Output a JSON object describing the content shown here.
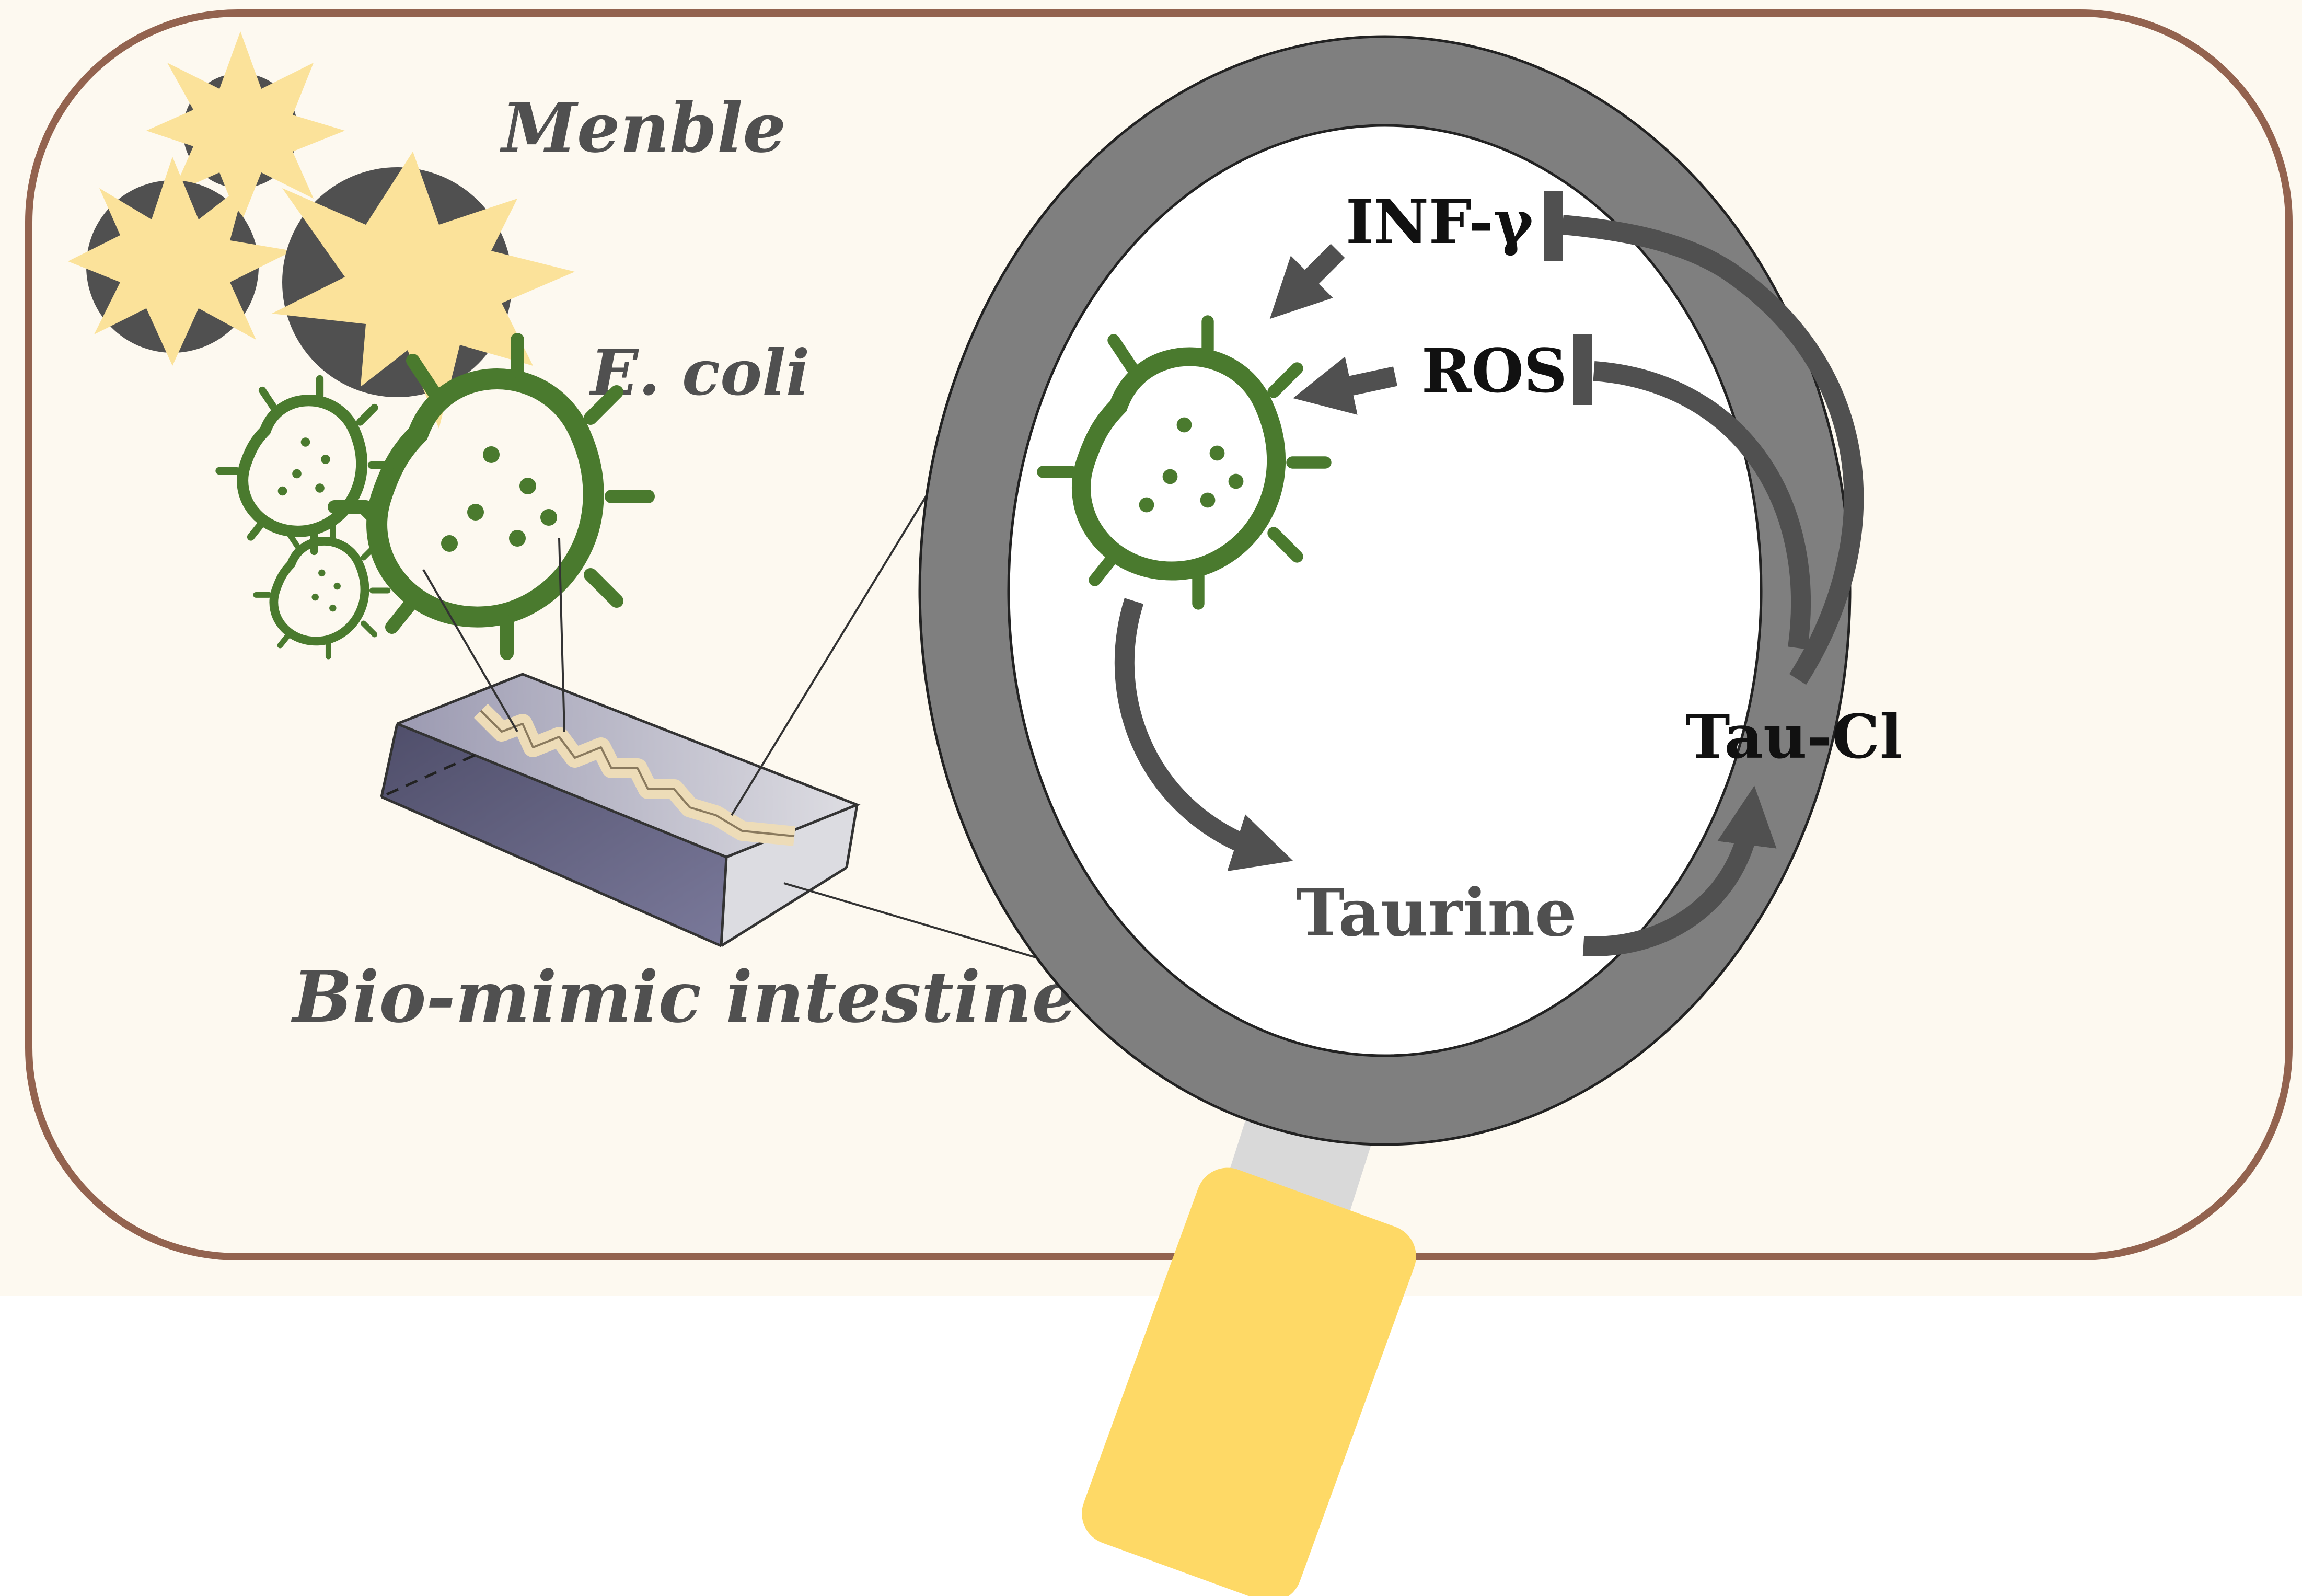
{
  "labels": {
    "menble": "Menble",
    "ecoli": "E. coli",
    "intestine": "Bio-mimic intestine",
    "inf": "INF-γ",
    "ros": "ROS",
    "tau_cl": "Tau-Cl",
    "taurine": "Taurine"
  },
  "colors": {
    "background_panel": "#fdf9f0",
    "panel_border": "#93634f",
    "bacteria_green": "#4a7a2e",
    "menble_yellow": "#fbe29a",
    "menble_dark": "#505050",
    "lens_ring": "#7f7f7f",
    "handle_yellow": "#fed966",
    "handle_neck": "#d9d9d9",
    "arrow_dark": "#505050",
    "text_dark": "#111111",
    "text_grey": "#505050",
    "chip_body": "#6e6d8a"
  },
  "icons": {
    "lens": "magnifying-glass-icon",
    "bacterium": "bacterium-icon",
    "menble": "spiky-particle-icon"
  }
}
